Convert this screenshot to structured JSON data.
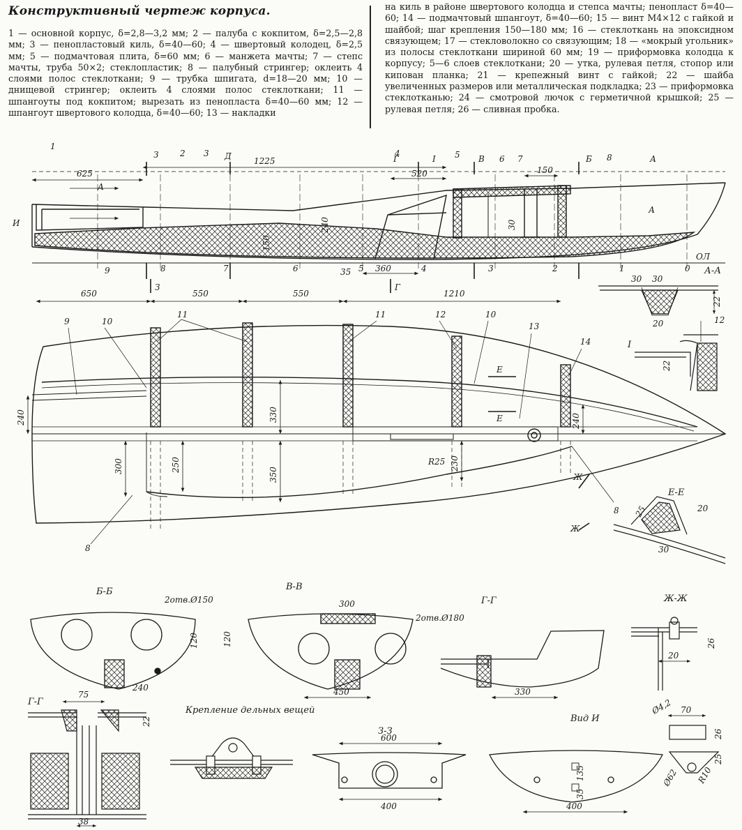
{
  "title": "Конструктивный чертеж корпуса.",
  "legend_left": "1 — основной корпус, δ=2,8—3,2 мм; 2 — палуба с кокпитом, δ=2,5—2,8 мм; 3 — пенопластовый киль, δ=40—60; 4 — швертовый колодец, δ=2,5 мм; 5 — подмачтовая плита, δ=60 мм; 6 — манжета мачты; 7 — степс мачты, труба 50×2; стеклопластик; 8 — палубный стрингер; оклеить 4 слоями полос стеклоткани; 9 — трубка шпигата, d=18—20 мм; 10 — днищевой стрингер; оклеить 4 слоями полос стеклоткани; 11 — шпангоуты под кокпитом; вырезать из пенопласта δ=40—60 мм; 12 — шпангоут швертового колодца, δ=40—60; 13 — накладки",
  "legend_right": "на киль в районе швертового колодца и степса мачты; пенопласт δ=40—60; 14 — подмачтовый шпангоут, δ=40—60; 15 — винт М4×12 с гайкой и шайбой; шаг крепления 150—180 мм; 16 — стеклоткань на эпоксидном связующем; 17 — стекловолокно со связующим; 18 — «мокрый угольник» из полосы стеклоткани шириной 60 мм; 19 — приформовка колодца к корпусу; 5—6 слоев стеклоткани; 20 — утка, рулевая петля, стопор или кипован планка; 21 — крепежный винт с гайкой; 22 — шайба увеличенных размеров или металлическая подкладка; 23 — приформовка стеклотканью; 24 — смотровой лючок с герметичной крышкой; 25 — рулевая петля; 26 — сливная пробка.",
  "side_view": {
    "dims": [
      "625",
      "1225",
      "520",
      "150",
      "240",
      "150",
      "30",
      "35",
      "360"
    ],
    "part_numbers": [
      "1",
      "2",
      "3",
      "4",
      "5",
      "6",
      "7",
      "8"
    ],
    "section_marks": [
      "З",
      "Д",
      "Г",
      "I",
      "В",
      "Б",
      "А",
      "А",
      "А",
      "И"
    ],
    "station_numbers": [
      "9",
      "8",
      "7",
      "6",
      "5",
      "4",
      "3",
      "2",
      "1",
      "0",
      "ОЛ"
    ]
  },
  "plan_view": {
    "dims": [
      "650",
      "550",
      "550",
      "1210",
      "240",
      "330",
      "300",
      "250",
      "350",
      "230",
      "240",
      "R25"
    ],
    "part_numbers": [
      "9",
      "10",
      "11",
      "11",
      "12",
      "10",
      "13",
      "14",
      "8",
      "8"
    ],
    "section_marks": [
      "З",
      "Г",
      "Е",
      "Е",
      "Ж",
      "Ж"
    ]
  },
  "section_titles": [
    "А-А",
    "I",
    "Е-Е",
    "Б-Б",
    "В-В",
    "Г-Г",
    "Ж-Ж",
    "Г-Г",
    "Крепление дельных вещей",
    "З-З",
    "Вид И"
  ],
  "section_dims": [
    "30",
    "30",
    "20",
    "22",
    "12",
    "22",
    "20",
    "25",
    "30",
    "2отв.Ø150",
    "120",
    "240",
    "300",
    "2отв.Ø180",
    "120",
    "450",
    "330",
    "26",
    "20",
    "75",
    "22",
    "38",
    "600",
    "400",
    "70",
    "26",
    "25",
    "135",
    "35",
    "400",
    "Ø4,2",
    "Ø62",
    "R10"
  ],
  "colors": {
    "ink": "#1a1a1a",
    "paper": "#fbfbf8"
  }
}
